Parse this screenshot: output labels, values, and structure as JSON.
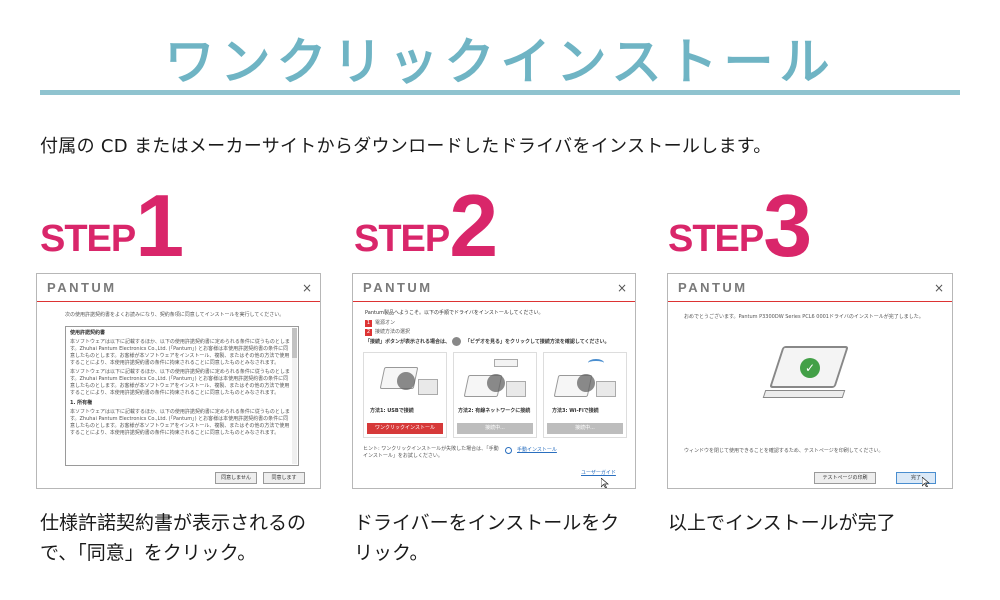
{
  "header": {
    "title": "ワンクリックインストール",
    "intro": "付属の CD またはメーカーサイトからダウンロードしたドライバをインストールします。"
  },
  "colors": {
    "title": "#6fb4c4",
    "accent": "#d9266a",
    "rule": "#8fc3cf"
  },
  "steps": [
    {
      "word": "STEP",
      "number": "1",
      "window": {
        "brand": "PANTUM",
        "close": "×",
        "heading": "次の使用許諾契約書をよくお読みになり、契約条項に同意してインストールを実行してください。",
        "license_title": "使用許諾契約書",
        "license_text": "本ソフトウェアは以下に記載するほか、以下の使用許諾契約書に定められる条件に従うものとします。Zhuhai Pantum Electronics Co.,Ltd. (「Pantum」) とお客様は本使用許諾契約書の条件に同意したものとします。お客様が本ソフトウェアをインストール、複製、またはその他の方法で使用することにより、本使用許諾契約書の条件に拘束されることに同意したものとみなされます。",
        "section": "1. 所有権",
        "buttons": [
          "同意しません",
          "同意します"
        ]
      },
      "caption": "仕様許諾契約書が表示されるので、「同意」をクリック。"
    },
    {
      "word": "STEP",
      "number": "2",
      "window": {
        "brand": "PANTUM",
        "close": "×",
        "heading": "Pantum製品へようこそ。以下の手順でドライバをインストールしてください。",
        "steps": [
          "電源オン",
          "接続方法の選択"
        ],
        "hint_left": "「接続」ボタンが表示される場合は、",
        "hint_right": "「ビデオを見る」をクリックして接続方法を確認してください。",
        "options": [
          {
            "label": "方法1: USBで接続",
            "button": "ワンクリックインストール"
          },
          {
            "label": "方法2: 有線ネットワークに接続",
            "button": "接続中..."
          },
          {
            "label": "方法3: Wi-Fiで接続",
            "button": "接続中..."
          }
        ],
        "footer_note": "ヒント: ワンクリックインストールが失敗した場合は、「手動インストール」をお試しください。",
        "manual_link": "手動インストール",
        "guide_link": "ユーザーガイド"
      },
      "caption": "ドライバーをインストールをクリック。"
    },
    {
      "word": "STEP",
      "number": "3",
      "window": {
        "brand": "PANTUM",
        "close": "×",
        "message": "おめでとうございます。Pantum P3300DW Series PCL6 0001ドライバのインストールが完了しました。",
        "note": "ウィンドウを閉じて使用できることを確認するため、テストページを印刷してください。",
        "buttons": [
          "テストページの印刷",
          "完了"
        ]
      },
      "caption": "以上でインストールが完了"
    }
  ]
}
